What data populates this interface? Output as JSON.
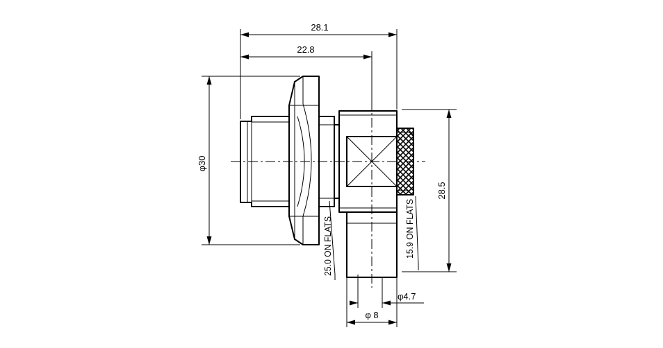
{
  "dimensions": {
    "overall_length": "28.1",
    "length_to_axis": "22.8",
    "flange_diameter": "φ30",
    "height": "28.5",
    "flats_body": "25.0 ON FLATS",
    "flats_nut": "15.9 ON FLATS",
    "pin_diameter": "φ4.7",
    "cable_diameter": "φ 8"
  }
}
